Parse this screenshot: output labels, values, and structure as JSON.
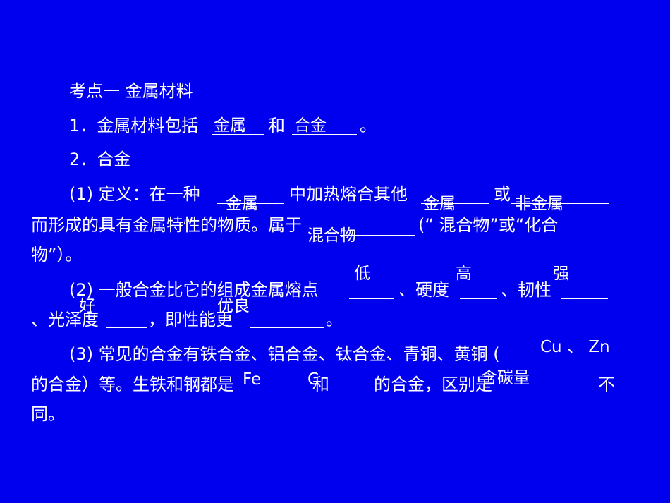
{
  "title": "考点一   金属材料",
  "q1": {
    "text": "1．金属材料包括",
    "mid": "和",
    "end": "。",
    "ans1": "金属",
    "ans2": "合金"
  },
  "q2": {
    "text": "2．合金"
  },
  "p1": {
    "line1_a": "(1) 定义：在一种",
    "line1_b": "中加热熔合其他",
    "line1_c": "或",
    "line2_a": "而形成的具有金属特性的物质。属于",
    "line2_b": "(“ 混合物”或“化合",
    "line3": "物”）。",
    "ans_metal1": "金属",
    "ans_metal2": "金属",
    "ans_nonmetal": "非金属",
    "ans_mixture": "混合物"
  },
  "p2": {
    "line1_a": "(2) 一般合金比它的组成金属熔点",
    "line1_b": "、硬度",
    "line1_c": "、韧性",
    "line2_a": "、光泽度",
    "line2_b": "，即性能更",
    "line2_c": "。",
    "ans_low": "低",
    "ans_high": "高",
    "ans_strong": "强",
    "ans_good": "好",
    "ans_superior": "优良"
  },
  "p3": {
    "line1": "(3) 常见的合金有铁合金、铝合金、钛合金、青铜、黄铜 (",
    "line2_a": "的合金）等。生铁和钢都是",
    "line2_b": "和",
    "line2_c": "的合金，区别是",
    "line2_d": "不",
    "line3": "同。",
    "ans_cuzn": "Cu 、 Zn",
    "ans_fe": "Fe",
    "ans_c": "C",
    "ans_carbon": "含碳量"
  }
}
